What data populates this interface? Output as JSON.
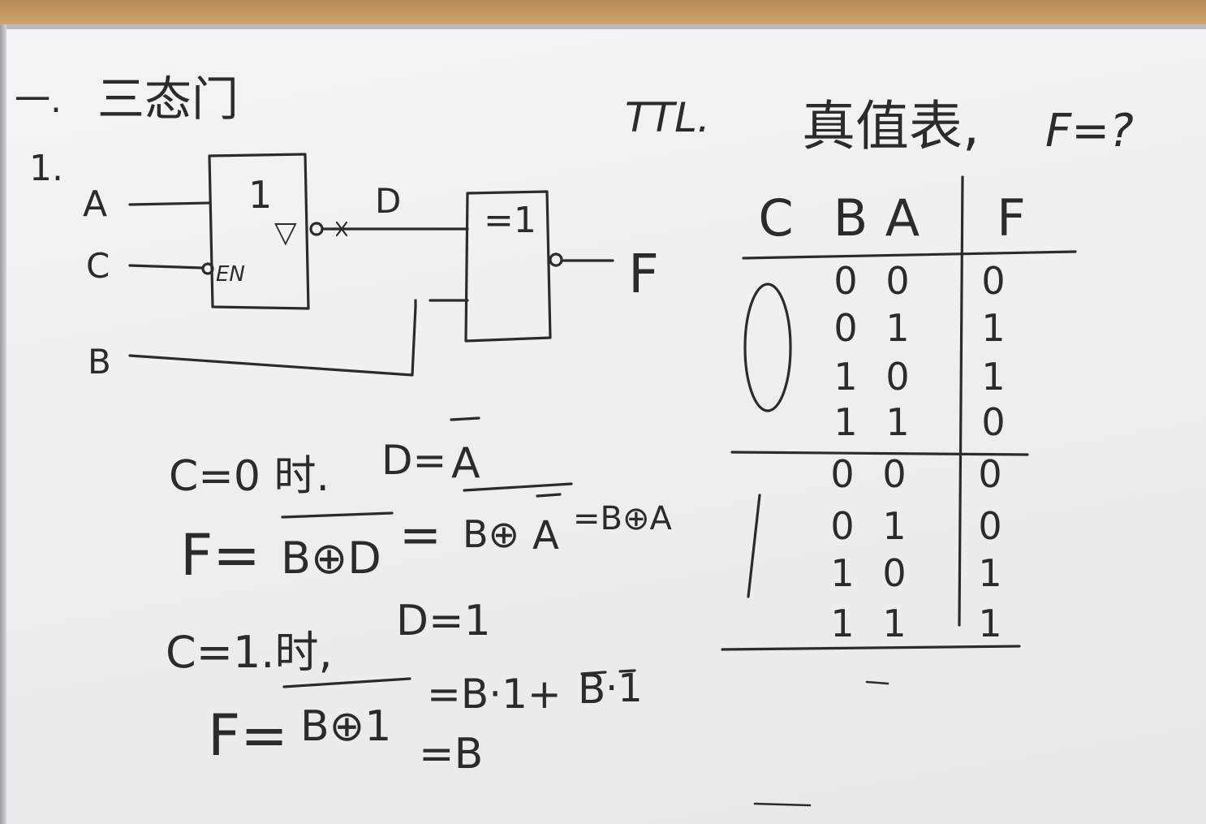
{
  "heading": {
    "section_marker": "一.",
    "section_title": "三态门",
    "ttl": "TTL.",
    "truth_table_title": "真值表,",
    "question": "F=?"
  },
  "circuit": {
    "item_number": "1.",
    "input_a": "A",
    "input_c": "C",
    "input_b": "B",
    "buffer_symbol": "1",
    "enable_label": "EN",
    "triangle": "▽",
    "node_d": "D",
    "xor_symbol": "=1",
    "output_f": "F"
  },
  "derivation": {
    "case1": {
      "c_cond": "C=0 时.",
      "d_eq": "D=",
      "d_val": "A",
      "f_eq": "F=",
      "f_expr": "B⊕D",
      "eq": "=",
      "f_step": "B⊕",
      "f_step_a": "A",
      "f_final": "=B⊕A"
    },
    "case2": {
      "c_cond": "C=1.时,",
      "d_eq": "D=1",
      "f_eq": "F=",
      "f_expr": "B⊕1",
      "f_step": "=B·1+",
      "f_step_b": "B",
      "f_step_end": "·1",
      "f_final": "=B"
    }
  },
  "truth_table": {
    "headers": [
      "C",
      "B",
      "A",
      "F"
    ],
    "groups": [
      {
        "c_mark": "0",
        "rows": [
          [
            "0",
            "0",
            "0"
          ],
          [
            "0",
            "1",
            "1"
          ],
          [
            "1",
            "0",
            "1"
          ],
          [
            "1",
            "1",
            "0"
          ]
        ]
      },
      {
        "c_mark": "1",
        "rows": [
          [
            "0",
            "0",
            "0"
          ],
          [
            "0",
            "1",
            "0"
          ],
          [
            "1",
            "0",
            "1"
          ],
          [
            "1",
            "1",
            "1"
          ]
        ]
      }
    ]
  },
  "colors": {
    "ink": "#2b2b2f",
    "board": "#eef0f2",
    "wall": "#c8a070"
  }
}
